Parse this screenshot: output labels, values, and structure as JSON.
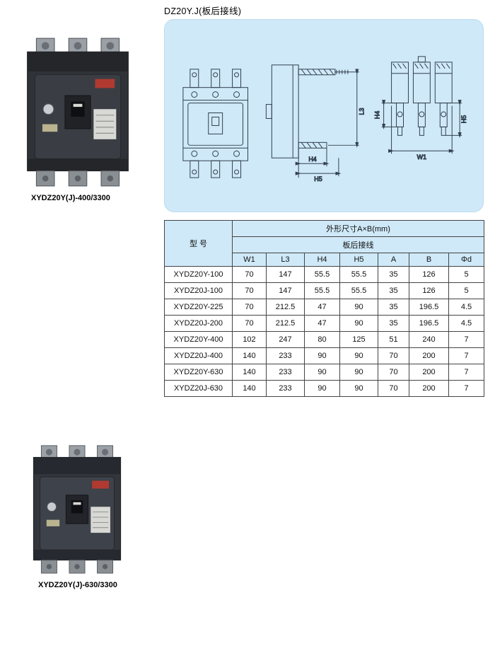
{
  "page": {
    "title": "DZ20Y.J(板后接线)"
  },
  "products": [
    {
      "label": "XYDZ20Y(J)-400/3300"
    },
    {
      "label": "XYDZ20Y(J)-630/3300"
    }
  ],
  "diagram": {
    "side": {
      "l3": "L3",
      "h4": "H4",
      "h5": "H5"
    },
    "rear": {
      "h4": "H4",
      "h5": "H5",
      "w1": "W1"
    }
  },
  "table": {
    "header": {
      "model": "型 号",
      "group1": "外形尺寸A×B(mm)",
      "group2": "板后接线",
      "columns": [
        "W1",
        "L3",
        "H4",
        "H5",
        "A",
        "B",
        "Φd"
      ]
    },
    "rows": [
      {
        "model": "XYDZ20Y-100",
        "values": [
          "70",
          "147",
          "55.5",
          "55.5",
          "35",
          "126",
          "5"
        ]
      },
      {
        "model": "XYDZ20J-100",
        "values": [
          "70",
          "147",
          "55.5",
          "55.5",
          "35",
          "126",
          "5"
        ]
      },
      {
        "model": "XYDZ20Y-225",
        "values": [
          "70",
          "212.5",
          "47",
          "90",
          "35",
          "196.5",
          "4.5"
        ]
      },
      {
        "model": "XYDZ20J-200",
        "values": [
          "70",
          "212.5",
          "47",
          "90",
          "35",
          "196.5",
          "4.5"
        ]
      },
      {
        "model": "XYDZ20Y-400",
        "values": [
          "102",
          "247",
          "80",
          "125",
          "51",
          "240",
          "7"
        ]
      },
      {
        "model": "XYDZ20J-400",
        "values": [
          "140",
          "233",
          "90",
          "90",
          "70",
          "200",
          "7"
        ]
      },
      {
        "model": "XYDZ20Y-630",
        "values": [
          "140",
          "233",
          "90",
          "90",
          "70",
          "200",
          "7"
        ]
      },
      {
        "model": "XYDZ20J-630",
        "values": [
          "140",
          "233",
          "90",
          "90",
          "70",
          "200",
          "7"
        ]
      }
    ]
  }
}
